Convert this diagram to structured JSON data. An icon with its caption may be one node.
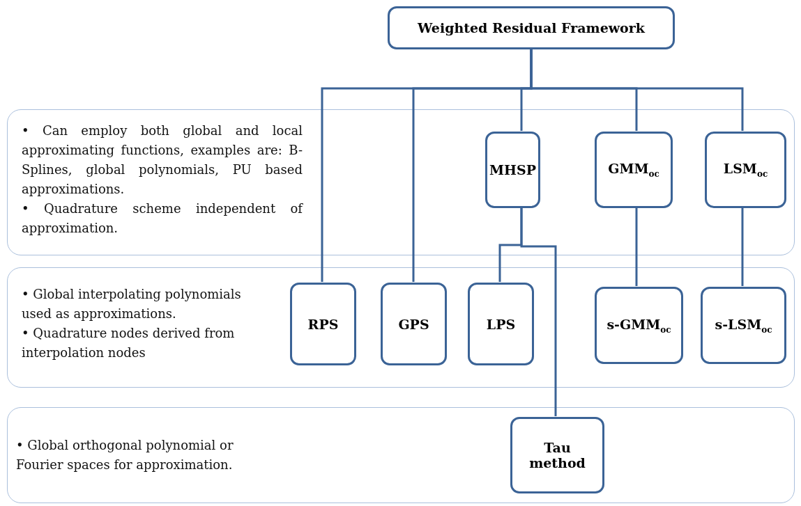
{
  "diagram": {
    "nodes": [
      {
        "text": [
          "Weighted Residual Framework"
        ]
      },
      {
        "text": [
          "• Can employ both global and local approximating functions, examples are: B-Splines, global polynomials, PU based approximations.",
          "• Quadrature scheme independent of approximation."
        ]
      },
      {
        "text": [
          "MHSP"
        ],
        "in": 1
      },
      {
        "text": [
          "GMM$_{oc}$"
        ],
        "in": 1
      },
      {
        "text": [
          "LSM$_{oc}$"
        ],
        "in": 1
      },
      {
        "text": [
          "• Global interpolating polynomials used as approximations.",
          "• Quadrature nodes derived from interpolation nodes"
        ]
      },
      {
        "text": [
          "RPS"
        ],
        "in": 5
      },
      {
        "text": [
          "GPS"
        ],
        "in": 5
      },
      {
        "text": [
          "LPS"
        ],
        "in": 5
      },
      {
        "text": [
          "s-GMM$_{oc}$"
        ],
        "in": 5
      },
      {
        "text": [
          "s-LSM$_{oc}$"
        ],
        "in": 5
      },
      {
        "text": [
          "• Global orthogonal polynomial or Fourier spaces for approximation."
        ]
      },
      {
        "text": [
          "Tau method"
        ],
        "in": 11
      }
    ],
    "edges": [
      {
        "from": 0,
        "to": 6,
        "arrow": "none"
      },
      {
        "from": 0,
        "to": 7,
        "arrow": "none"
      },
      {
        "from": 0,
        "to": 2,
        "arrow": "none"
      },
      {
        "from": 0,
        "to": 3,
        "arrow": "none"
      },
      {
        "from": 0,
        "to": 4,
        "arrow": "none"
      },
      {
        "from": 2,
        "to": 8,
        "arrow": "none"
      },
      {
        "from": 2,
        "to": 12,
        "arrow": "none"
      },
      {
        "from": 3,
        "to": 9,
        "arrow": "none"
      },
      {
        "from": 4,
        "to": 10,
        "arrow": "none"
      }
    ]
  }
}
